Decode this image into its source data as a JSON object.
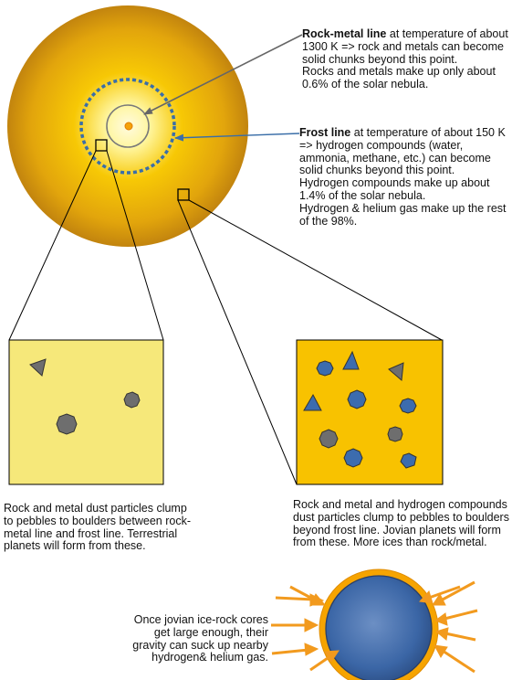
{
  "rock_metal_note": {
    "heading": "Rock-metal line",
    "text": " at temperature of about 1300 K => rock and metals can become solid chunks beyond this point.\nRocks and metals make up only about 0.6% of the solar nebula."
  },
  "frost_note": {
    "heading": "Frost line",
    "text": " at temperature of about 150 K => hydrogen compounds (water, ammonia, methane, etc.) can become solid chunks beyond this point.\nHydrogen compounds make up about 1.4% of the solar nebula.\nHydrogen & helium gas make up the rest of the 98%."
  },
  "inner_caption": "Rock and metal dust particles clump to pebbles to boulders between rock-metal line and frost line. Terrestrial planets will form from these.",
  "outer_caption": "Rock and metal and hydrogen compounds dust particles clump to pebbles to boulders beyond frost line. Jovian planets will form from these. More ices than rock/metal.",
  "jovian_caption": "Once jovian ice-rock cores get large enough, their gravity can suck up nearby hydrogen& helium gas.",
  "colors": {
    "nebula_center": "#fffbd8",
    "nebula_mid": "#f5c400",
    "nebula_edge": "#c98a10",
    "frost_ring": "#3a6ea8",
    "inner_panel": "#f6e87a",
    "outer_panel": "#f8c200",
    "rock": "#6e6e6e",
    "ice": "#3c6cae",
    "arrow": "#f29a1e"
  }
}
